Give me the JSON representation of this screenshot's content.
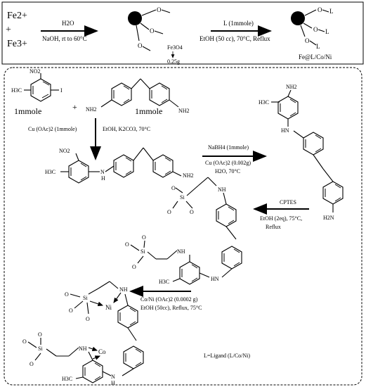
{
  "top_panel": {
    "fe2": "Fe2+",
    "plus": "+",
    "fe3": "Fe3+",
    "step1_above": "H2O",
    "step1_below": "NaOH, rt to 60°C",
    "fe3o4": "Fe3O4",
    "fe3o4_amount": "0.25g",
    "step2_above": "L (1mmole)",
    "step2_below": "EtOH (50 cc), 70°C, Reflux",
    "product_label": "Fe@L/Co/Ni",
    "ligand_letter": "L",
    "oxygen": "O"
  },
  "reactants": {
    "nitro_compound_amount": "1mmole",
    "diamine_amount": "1mmole",
    "plus": "+",
    "iodo": "I",
    "no2": "NO2",
    "h3c": "H3C",
    "nh2": "NH2"
  },
  "steps": {
    "coupling_reagent": "Cu (OAc)2 (1mmole)",
    "coupling_conditions": "EtOH, K2CO3, 70°C",
    "reduction_reagent": "NaBH4 (1mmole)",
    "reduction_catalyst": "Cu (OAc)2 (0.002g)",
    "reduction_conditions": "H2O, 70°C",
    "silylation_reagent": "CPTES",
    "silylation_conditions": "EtOH (2eq), 75°C,",
    "silylation_reflux": "Reflux",
    "metalation_reagent": "Co/Ni (OAc)2 (0.0002 g)",
    "metalation_conditions": "EtOH (50cc), Reflux, 75°C"
  },
  "atoms": {
    "nh": "NH",
    "hn": "HN",
    "h": "H",
    "n": "N",
    "si": "Si",
    "o": "O",
    "ni": "Ni",
    "co": "Co",
    "h2n": "H2N"
  },
  "legend": {
    "ligand_note": "L=Ligand (L/Co/Ni)"
  }
}
